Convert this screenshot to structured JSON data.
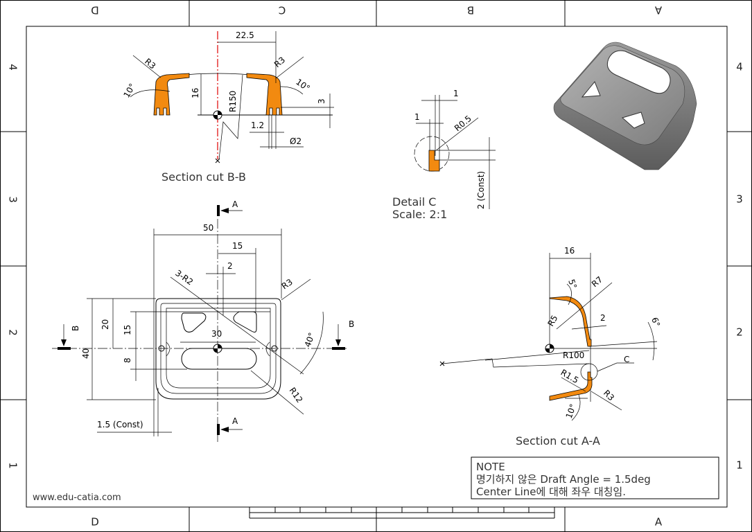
{
  "frame": {
    "columns_top": [
      "D",
      "C",
      "B",
      "A"
    ],
    "columns_bottom": [
      "D",
      "A"
    ],
    "rows_left": [
      "4",
      "3",
      "2",
      "1"
    ],
    "rows_right": [
      "4",
      "3",
      "2",
      "1"
    ]
  },
  "section_bb": {
    "title": "Section cut B-B",
    "dims": {
      "width_half": "22.5",
      "r3_left": "R3",
      "r3_right": "R3",
      "angle_left": "10°",
      "angle_right": "10°",
      "height": "16",
      "radius": "R150",
      "rib": "3",
      "slot": "1.2",
      "hole": "Ø2"
    }
  },
  "detail_c": {
    "title": "Detail C",
    "scale": "Scale:  2:1",
    "dims": {
      "top": "1",
      "left": "1",
      "radius": "R0.5",
      "const": "2 (Const)"
    }
  },
  "section_aa": {
    "title": "Section cut A-A",
    "dims": {
      "width": "16",
      "angle_top": "5°",
      "r7": "R7",
      "r5": "R5",
      "thick": "2",
      "angle_right": "6°",
      "r100": "R100",
      "detail_label": "C",
      "r15": "R1.5",
      "r3": "R3",
      "angle_bottom": "10°"
    }
  },
  "top_view": {
    "dims": {
      "width": "50",
      "offset": "15",
      "gap": "2",
      "fillets": "3-R2",
      "corner": "R3",
      "overall_height": "40",
      "upper": "20",
      "hole_h": "15",
      "slot_h": "8",
      "slot_w": "30",
      "angle": "40°",
      "r12": "R12",
      "wall": "1.5 (Const)"
    },
    "section_labels": {
      "a_top": "A",
      "a_bottom": "A",
      "b_left": "B",
      "b_right": "B"
    }
  },
  "note": {
    "title": "NOTE",
    "line1": "명기하지 않은 Draft Angle = 1.5deg",
    "line2": "Center Line에 대해 좌우 대칭임."
  },
  "website": "www.edu-catia.com",
  "colors": {
    "section_fill": "#f28a10",
    "center_line": "#e00000",
    "model_grey": "#8a8a8a"
  }
}
